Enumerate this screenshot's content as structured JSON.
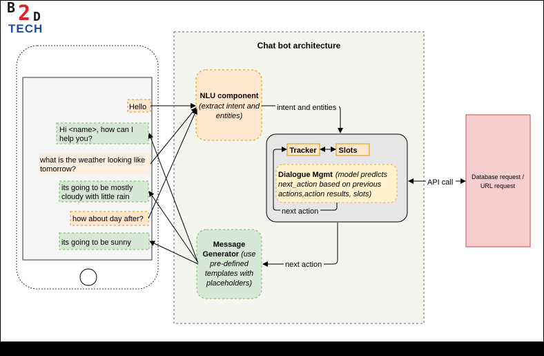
{
  "logo": {
    "part1": "B",
    "part2": "2",
    "part3": "D",
    "part4": "TECH"
  },
  "diagram": {
    "title": "Chat bot architecture",
    "messages": {
      "hello": "Hello",
      "hi_line1": "Hi <name>,  how can I",
      "hi_line2": "help you?",
      "weather_q_line1": "what is the weather looking like",
      "weather_q_line2": "tomorrow?",
      "weather_a_line1": "its going to be mostly",
      "weather_a_line2": "cloudy with little rain",
      "day_after": "how about day after?",
      "sunny": "its going to be sunny"
    },
    "nlu": {
      "title": "NLU component",
      "desc_line1": "(extract intent and",
      "desc_line2": "entities)"
    },
    "generator": {
      "title_line1": "Message",
      "title_line2": "Generator",
      "desc_line1": "(use",
      "desc_line2": "pre-defined",
      "desc_line3": "templates with",
      "desc_line4": "placeholders)"
    },
    "tracker": "Tracker",
    "slots": "Slots",
    "dialogue": {
      "title": "Dialogue Mgmt",
      "desc_line1": "(model predicts",
      "desc_line2": "next_action based on previous",
      "desc_line3": "actions,action results, slots)"
    },
    "database": {
      "line1": "Database request /",
      "line2": "URL request"
    },
    "edge_labels": {
      "intent": "intent and entities",
      "next_action_inner": "next action",
      "next_action_outer": "next action",
      "api_call": "API call"
    }
  }
}
